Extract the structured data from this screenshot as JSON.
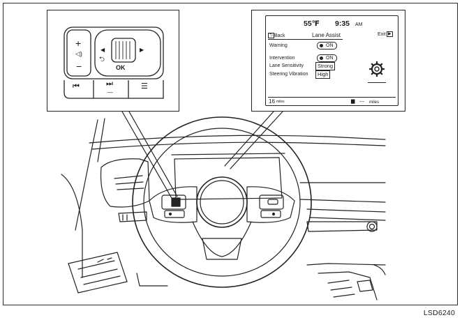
{
  "figure_code": "LSD6240",
  "steering_switch": {
    "plus_label": "+",
    "minus_label": "−",
    "ok_label": "OK",
    "left_arrow": "◀",
    "right_arrow": "▶",
    "back_symbol": "⮌"
  },
  "display": {
    "temperature": "55℉",
    "clock": "9:35",
    "clock_period": "AM",
    "back_label": "Back",
    "title": "Lane Assist",
    "exit_label": "Exit",
    "items": [
      {
        "label": "Warning",
        "value": "ON"
      },
      {
        "label": "Intervention",
        "value": "ON"
      },
      {
        "label": "Lane Sensitivity",
        "value": "Strong"
      },
      {
        "label": "Steering Vibration",
        "value": "High"
      }
    ],
    "odometer": "16",
    "odometer_unit": "miles",
    "range": "---",
    "range_unit": "miles"
  }
}
